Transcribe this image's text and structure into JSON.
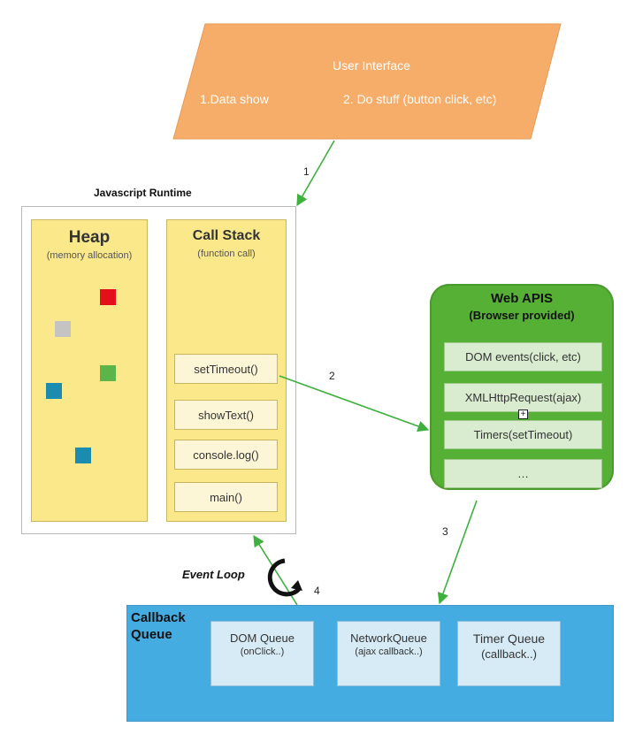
{
  "user_interface": {
    "title": "User Interface",
    "items": [
      "1.Data show",
      "2. Do stuff (button click, etc)"
    ]
  },
  "runtime": {
    "title": "Javascript Runtime",
    "heap": {
      "title": "Heap",
      "subtitle": "(memory allocation)"
    },
    "call_stack": {
      "title": "Call Stack",
      "subtitle": "(function call)",
      "frames": [
        "setTimeout()",
        "showText()",
        "console.log()",
        "main()"
      ]
    }
  },
  "web_apis": {
    "title": "Web APIS",
    "subtitle": "(Browser provided)",
    "items": [
      "DOM events(click, etc)",
      "XMLHttpRequest(ajax)",
      "Timers(setTimeout)",
      "…"
    ]
  },
  "callback_queue": {
    "title": "Callback Queue",
    "queues": [
      {
        "name": "DOM Queue",
        "detail": "(onClick..)"
      },
      {
        "name": "NetworkQueue",
        "detail": "(ajax callback..)"
      },
      {
        "name": "Timer Queue",
        "detail": "(callback..)"
      }
    ]
  },
  "event_loop_label": "Event Loop",
  "arrow_labels": [
    "1",
    "2",
    "3",
    "4"
  ],
  "colors": {
    "ui_orange": "#f6ad6a",
    "runtime_yellow": "#fbe88a",
    "web_api_green": "#55b035",
    "queue_blue": "#45ace1",
    "arrow_green": "#3db03d",
    "heap_squares": [
      "#e3101a",
      "#c4c4c4",
      "#5cb549",
      "#1b8bb0",
      "#1b8bb0"
    ]
  }
}
